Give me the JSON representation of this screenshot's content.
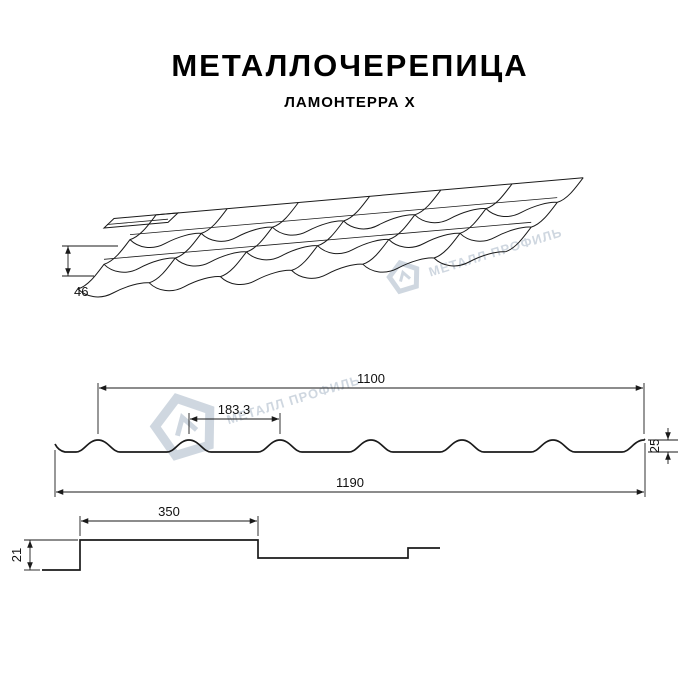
{
  "header": {
    "title": "МЕТАЛЛОЧЕРЕПИЦА",
    "subtitle": "ЛАМОНТЕРРА X"
  },
  "watermark": {
    "text": "МЕТАЛЛ ПРОФИЛЬ"
  },
  "perspective_view": {
    "step_height": "46"
  },
  "cross_section": {
    "cover_width": "1100",
    "wave_pitch": "183.3",
    "profile_height": "25",
    "full_width": "1190"
  },
  "longitudinal_section": {
    "module_length": "350",
    "step_height": "21"
  },
  "colors": {
    "line": "#1a1a1a",
    "watermark": "#c4ced9",
    "background": "#ffffff"
  }
}
